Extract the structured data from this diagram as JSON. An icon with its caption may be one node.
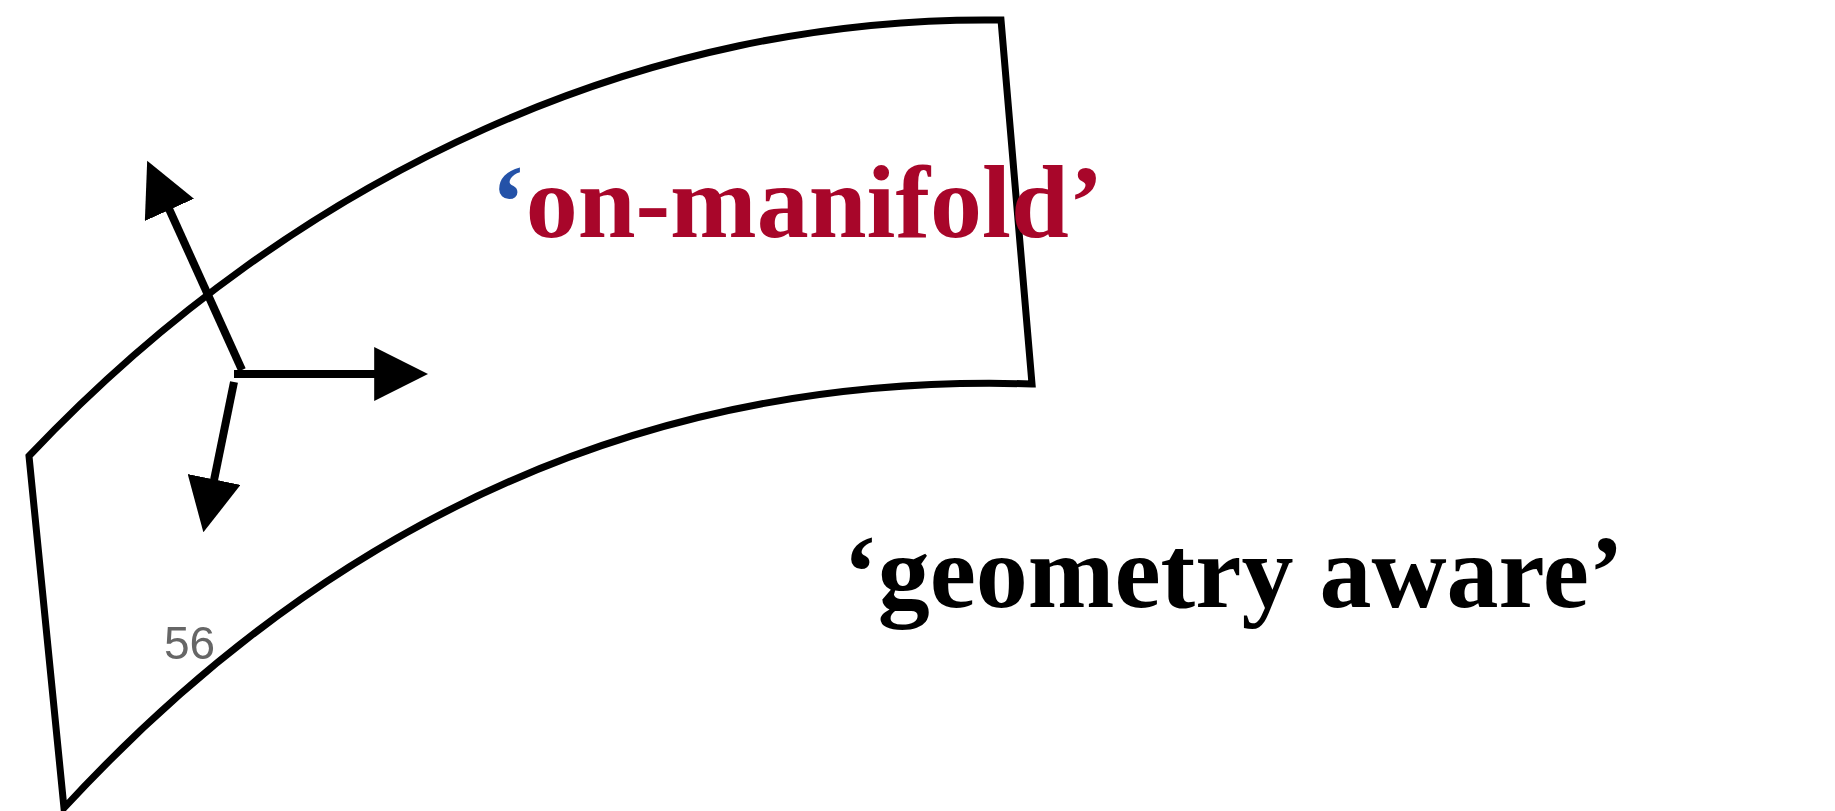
{
  "diagram": {
    "labels": [
      "‘on-manifold’",
      "‘geometry aware’",
      "56"
    ]
  }
}
